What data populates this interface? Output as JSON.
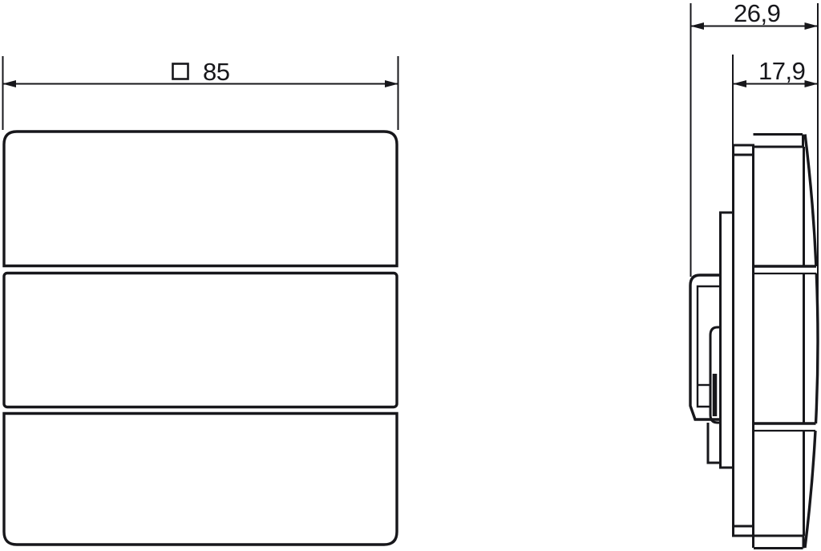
{
  "drawing": {
    "background_color": "#ffffff",
    "line_color": "#17171b",
    "front_view": {
      "dimension_width": {
        "symbol": "□",
        "value": "85"
      }
    },
    "side_view": {
      "dimension_total_depth": {
        "value": "26,9"
      },
      "dimension_front_depth": {
        "value": "17,9"
      }
    }
  }
}
